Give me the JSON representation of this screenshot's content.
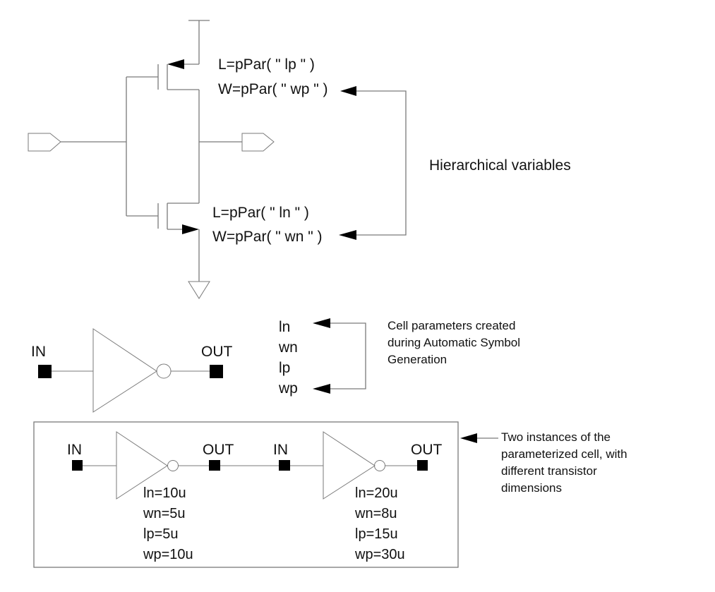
{
  "schematic": {
    "pmos_labels": {
      "length": "L=pPar( \" lp \" )",
      "width": "W=pPar( \" wp \" )"
    },
    "nmos_labels": {
      "length": "L=pPar( \" ln \" )",
      "width": "W=pPar( \" wn \" )"
    },
    "annotation": "Hierarchical variables"
  },
  "symbol": {
    "in_label": "IN",
    "out_label": "OUT",
    "parameters": [
      "ln",
      "wn",
      "lp",
      "wp"
    ],
    "annotation_lines": [
      "Cell parameters created",
      "during Automatic Symbol",
      "Generation"
    ]
  },
  "instances": {
    "items": [
      {
        "in_label": "IN",
        "out_label": "OUT",
        "params": [
          "ln=10u",
          "wn=5u",
          "lp=5u",
          "wp=10u"
        ]
      },
      {
        "in_label": "IN",
        "out_label": "OUT",
        "params": [
          "ln=20u",
          "wn=8u",
          "lp=15u",
          "wp=30u"
        ]
      }
    ],
    "annotation_lines": [
      "Two instances of the",
      "parameterized cell, with",
      "different transistor",
      "dimensions"
    ]
  }
}
